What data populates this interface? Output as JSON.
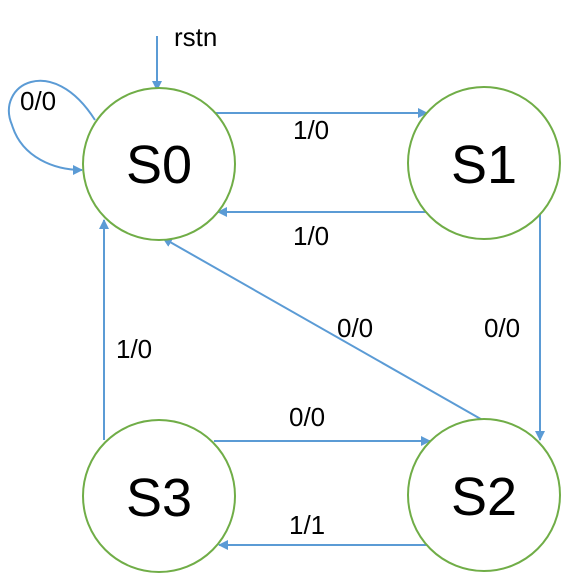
{
  "colors": {
    "state_stroke": "#70AD47",
    "edge_stroke": "#5B9BD5",
    "text": "#000000"
  },
  "reset": {
    "label": "rstn",
    "target": "S0"
  },
  "states": [
    {
      "id": "S0",
      "label": "S0"
    },
    {
      "id": "S1",
      "label": "S1"
    },
    {
      "id": "S2",
      "label": "S2"
    },
    {
      "id": "S3",
      "label": "S3"
    }
  ],
  "transitions": [
    {
      "from": "S0",
      "to": "S0",
      "label": "0/0"
    },
    {
      "from": "S0",
      "to": "S1",
      "label": "1/0"
    },
    {
      "from": "S1",
      "to": "S0",
      "label": "1/0"
    },
    {
      "from": "S1",
      "to": "S2",
      "label": "0/0"
    },
    {
      "from": "S2",
      "to": "S0",
      "label": "0/0"
    },
    {
      "from": "S3",
      "to": "S0",
      "label": "1/0"
    },
    {
      "from": "S3",
      "to": "S2",
      "label": "0/0"
    },
    {
      "from": "S2",
      "to": "S3",
      "label": "1/1"
    }
  ]
}
